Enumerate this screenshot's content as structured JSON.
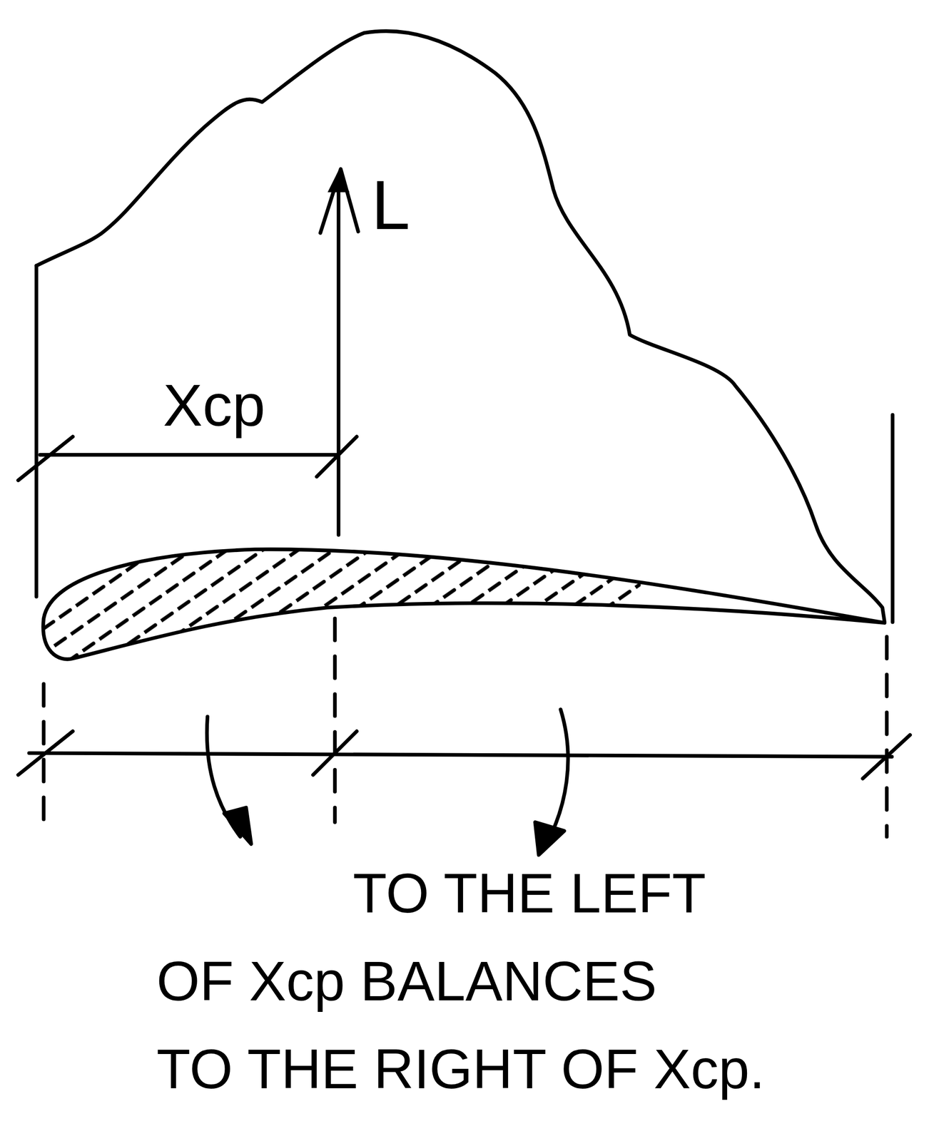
{
  "diagram": {
    "labels": [
      "L",
      "Xcp",
      "TO THE LEFT OF Xcp BALANCES TO THE RIGHT OF Xcp."
    ]
  }
}
